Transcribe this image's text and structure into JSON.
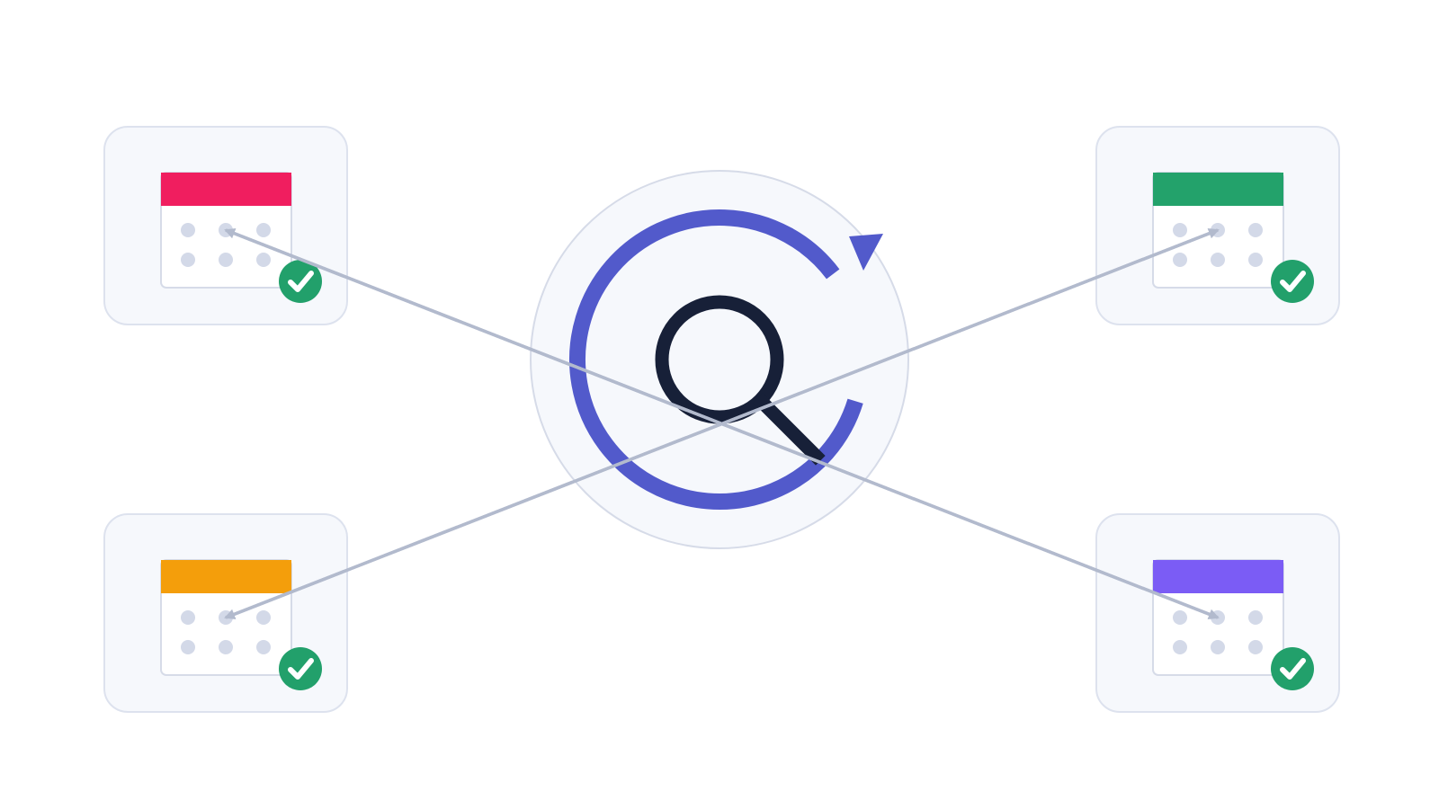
{
  "colors": {
    "background": "#ffffff",
    "card_fill": "#f6f8fc",
    "card_border": "#dde2ee",
    "calendar_body": "#ffffff",
    "calendar_border": "#d6dbe8",
    "dot": "#d3d9e8",
    "check_badge": "#22a06b",
    "check_mark": "#ffffff",
    "hub_fill": "#f6f8fc",
    "hub_border": "#d6dbe8",
    "sync_arrow": "#525acb",
    "magnifier": "#172038",
    "connector": "#b2bacd"
  },
  "hub": {
    "icon": "sync-search-icon"
  },
  "calendars": [
    {
      "id": "top-left",
      "header_color": "#f01e5f",
      "status_icon": "check-badge-icon"
    },
    {
      "id": "top-right",
      "header_color": "#23a26b",
      "status_icon": "check-badge-icon"
    },
    {
      "id": "bottom-left",
      "header_color": "#f49e0b",
      "status_icon": "check-badge-icon"
    },
    {
      "id": "bottom-right",
      "header_color": "#7b5cf5",
      "status_icon": "check-badge-icon"
    }
  ],
  "connectors": [
    {
      "from": "bottom-right",
      "to": "top-left"
    },
    {
      "from": "bottom-left",
      "to": "top-right"
    },
    {
      "from": "top-right",
      "to": "bottom-left"
    },
    {
      "from": "top-left",
      "to": "bottom-right"
    }
  ]
}
